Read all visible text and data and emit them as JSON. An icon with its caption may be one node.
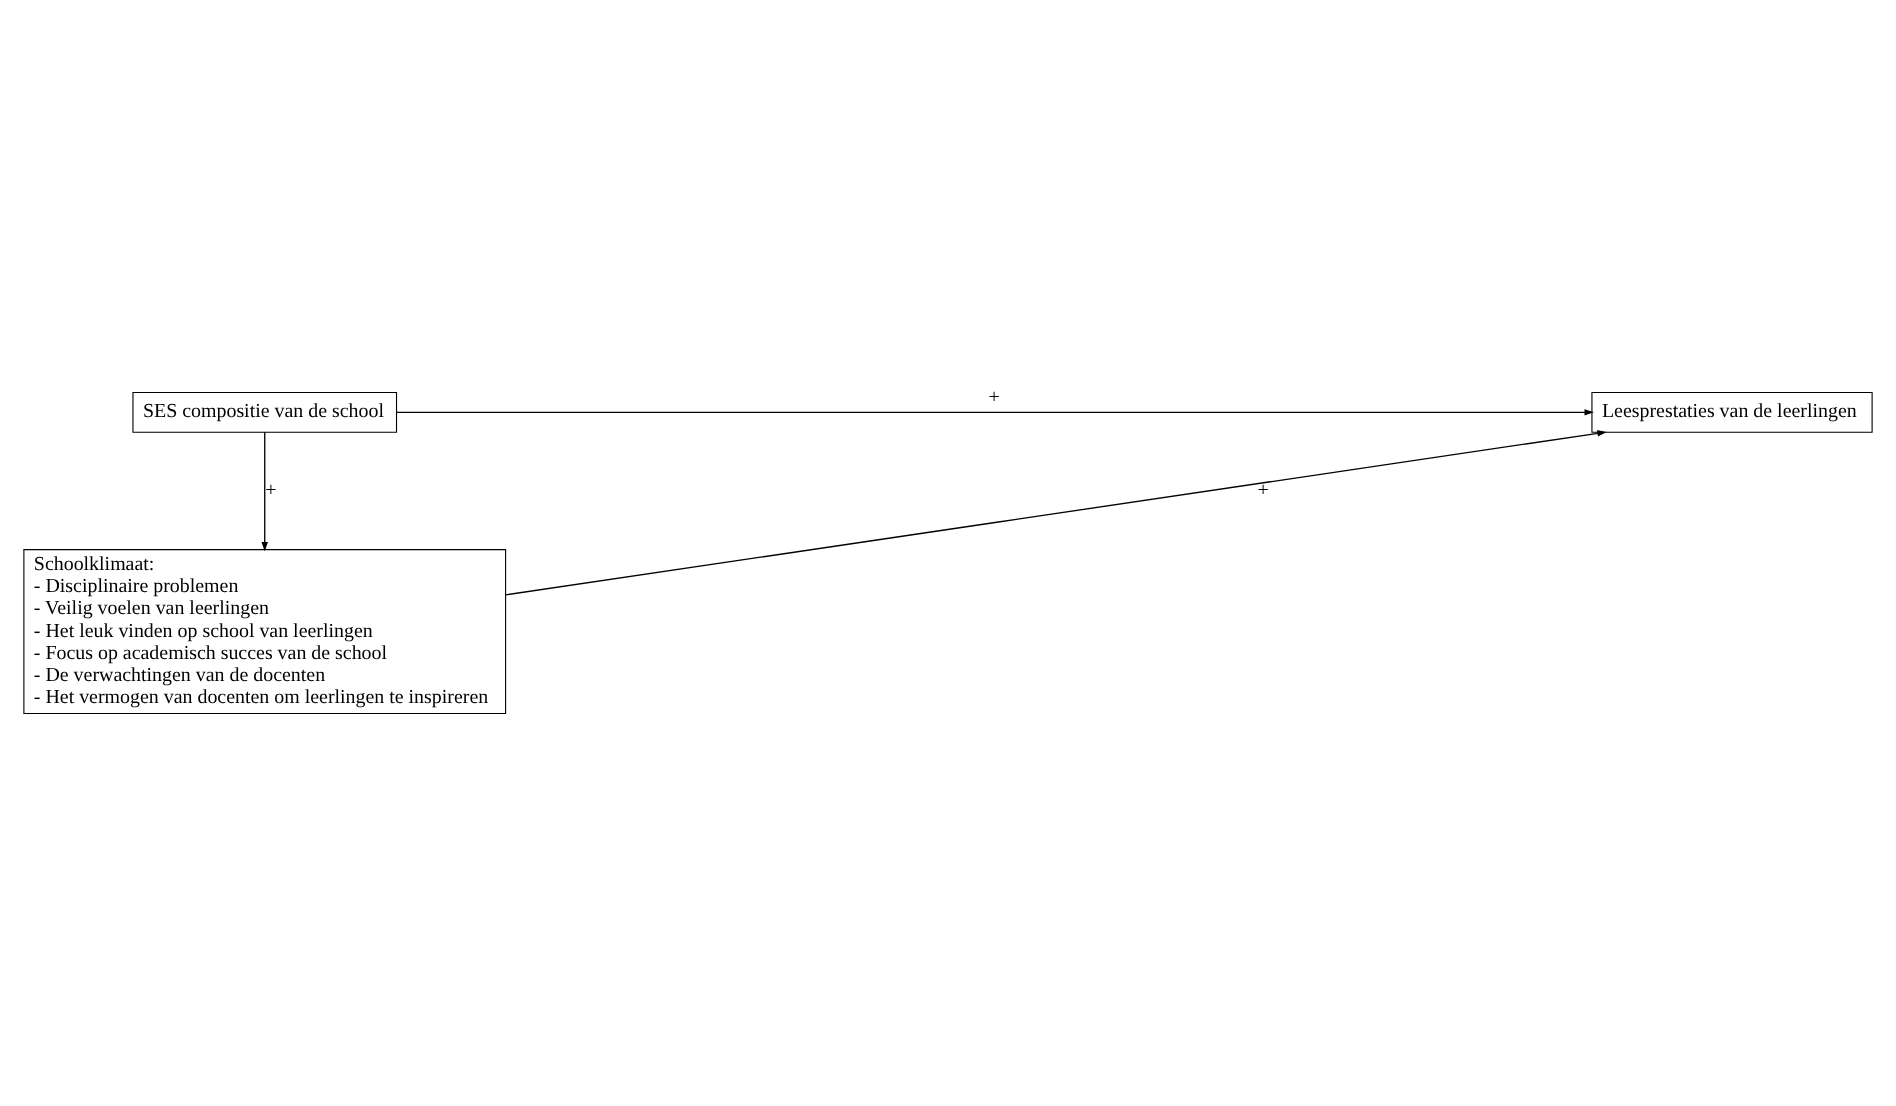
{
  "diagram": {
    "nodes": [
      {
        "text": [
          "SES compositie van de school"
        ]
      },
      {
        "text": [
          "Leesprestaties van de leerlingen"
        ]
      },
      {
        "text": [
          "Schoolklimaat:",
          "- Disciplinaire problemen",
          "- Veilig voelen van leerlingen",
          "- Het leuk vinden op school van leerlingen",
          "- Focus op academisch succes van de school",
          "- De verwachtingen van de docenten",
          "- Het vermogen van docenten om leerlingen te inspireren"
        ]
      }
    ],
    "edges": [
      {
        "from": 0,
        "to": 1,
        "arrow": "to",
        "label": "+"
      },
      {
        "from": 0,
        "to": 2,
        "arrow": "to",
        "label": "+"
      },
      {
        "from": 2,
        "to": 1,
        "arrow": "to",
        "label": "+"
      }
    ]
  }
}
